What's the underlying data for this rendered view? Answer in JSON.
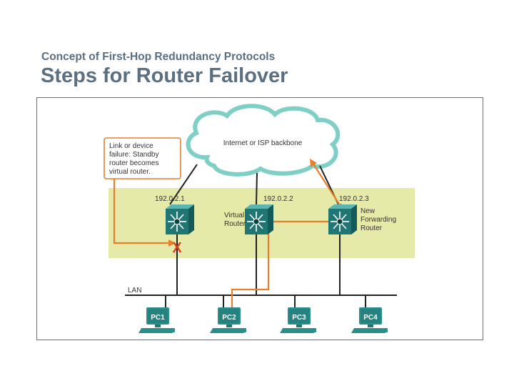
{
  "header": {
    "subtitle": "Concept of First-Hop Redundancy Protocols",
    "title": "Steps for Router Failover"
  },
  "diagram": {
    "cloud_label": "Internet or ISP backbone",
    "callout_lines": [
      "Link or device",
      "failure: Standby",
      "router becomes",
      "virtual router."
    ],
    "routers": [
      {
        "ip": "192.0.2.1",
        "label_lines": []
      },
      {
        "ip": "192.0.2.2",
        "label_lines": [
          "Virtual",
          "Router"
        ]
      },
      {
        "ip": "192.0.2.3",
        "label_lines": [
          "New",
          "Forwarding",
          "Router"
        ]
      }
    ],
    "failure_mark": "X",
    "lan_label": "LAN",
    "pcs": [
      "PC1",
      "PC2",
      "PC3",
      "PC4"
    ]
  },
  "colors": {
    "accent": "#e87f2e",
    "router_zone": "#e6eaa8",
    "device": "#2a8f8c",
    "cloud_stroke": "#7ecfc6",
    "failure": "#d9411e",
    "title_text": "#5a6f80"
  }
}
